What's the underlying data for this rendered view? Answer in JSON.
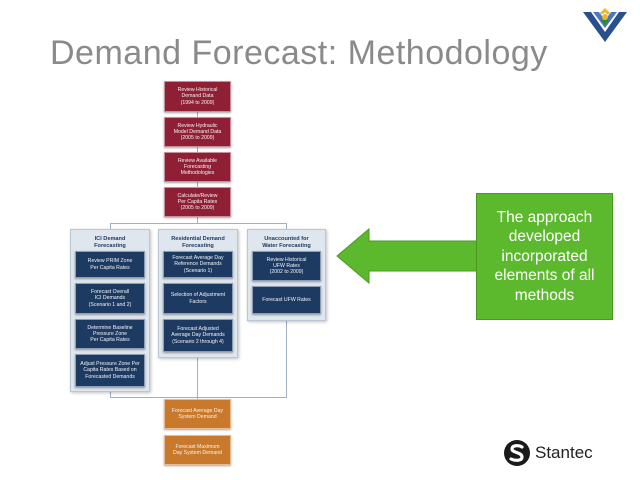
{
  "slide": {
    "title": "Demand Forecast: Methodology"
  },
  "top_steps": [
    "Review Historical\nDemand Data\n(1994 to 2009)",
    "Review Hydraulic\nModel Demand Data\n(2005 to 2009)",
    "Review Available\nForecasting\nMethodologies",
    "Calculate/Review\nPer Capita Rates\n(2005 to 2009)"
  ],
  "columns": [
    {
      "heading": "ICI Demand\nForecasting",
      "steps": [
        "Review PRIM Zone\nPer Capita Rates",
        "Forecast Overall\nICI Demands\n(Scenario 1 and 2)",
        "Determine Baseline\nPressure Zone\nPer Capita Rates",
        "Adjust Pressure Zone Per\nCapita Rates Based on\nForecasted Demands"
      ]
    },
    {
      "heading": "Residential Demand\nForecasting",
      "steps": [
        "Forecast Average Day\nReference Demands\n(Scenario 1)",
        "Selection of Adjustment\nFactors",
        "Forecast Adjusted\nAverage Day Demands\n(Scenario 2 through 4)"
      ]
    },
    {
      "heading": "Unaccounted for\nWater Forecasting",
      "steps": [
        "Review Historical\nUFW Rates\n(2002 to 2009)",
        "Forecast UFW Rates"
      ]
    }
  ],
  "bottom_steps": [
    "Forecast Average Day\nSystem Demand",
    "Forecast Maximum\nDay System Demand"
  ],
  "callout": {
    "text": "The approach\ndeveloped\nincorporated\nelements of all\nmethods"
  },
  "branding": {
    "company": "Stantec",
    "top_logo_icon": "shield-chevron-logo-icon",
    "company_logo_icon": "stantec-s-logo-icon"
  },
  "colors": {
    "top_steps": "#8e1f34",
    "column_steps": "#1d3a62",
    "bottom_steps": "#c9792b",
    "callout": "#5cb82c",
    "title": "#8a8a8a"
  }
}
